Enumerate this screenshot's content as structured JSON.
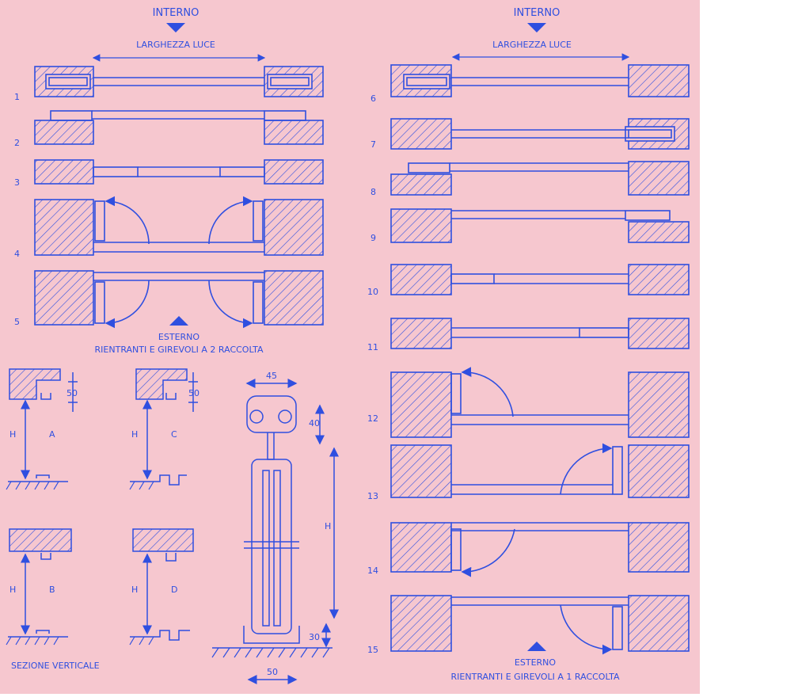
{
  "colors": {
    "paper": "#f6c7cf",
    "ink": "#2f4fe0",
    "margin": "#ffffff"
  },
  "left": {
    "top_label": "INTERNO",
    "width_label": "LARGHEZZA LUCE",
    "bottom_label": "ESTERNO",
    "caption": "RIENTRANTI E GIREVOLI A 2 RACCOLTA",
    "row_numbers": [
      "1",
      "2",
      "3",
      "4",
      "5"
    ]
  },
  "right": {
    "top_label": "INTERNO",
    "width_label": "LARGHEZZA LUCE",
    "bottom_label": "ESTERNO",
    "caption": "RIENTRANTI E GIREVOLI A 1 RACCOLTA",
    "row_numbers": [
      "6",
      "7",
      "8",
      "9",
      "10",
      "11",
      "12",
      "13",
      "14",
      "15"
    ]
  },
  "sections": {
    "caption": "SEZIONE VERTICALE",
    "height_label": "H",
    "rail_dimension": "50",
    "items": [
      "A",
      "C",
      "B",
      "D"
    ]
  },
  "trolley": {
    "top_width": "45",
    "head_height": "40",
    "height_label": "H",
    "base_height": "30",
    "base_width": "50"
  }
}
